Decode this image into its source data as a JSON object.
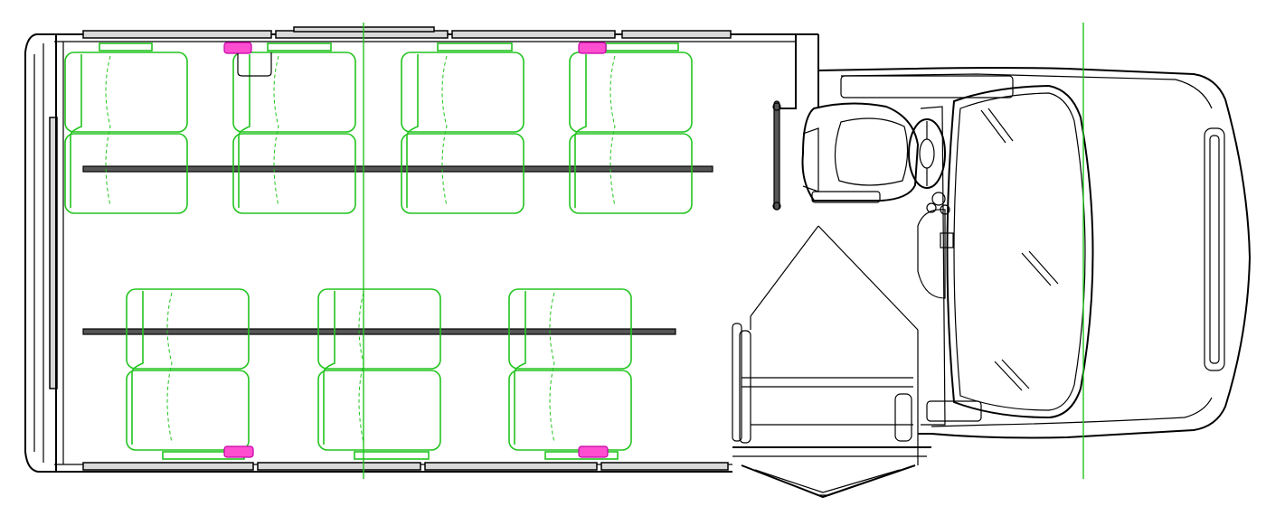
{
  "diagram": {
    "seat_rows": [
      {
        "row": "upper",
        "seats": 4,
        "width_units": 2
      },
      {
        "row": "lower",
        "seats": 3,
        "width_units": 2
      }
    ],
    "belt_anchors": 4,
    "colors": {
      "outline": "#000000",
      "seats": "#22c41f",
      "guide_lines": "#22c41f",
      "belt_markers": "#ff4fd0",
      "background": "#ffffff"
    },
    "icons": [
      "steering-wheel-icon",
      "driver-seat-icon",
      "door-step-icon"
    ]
  }
}
